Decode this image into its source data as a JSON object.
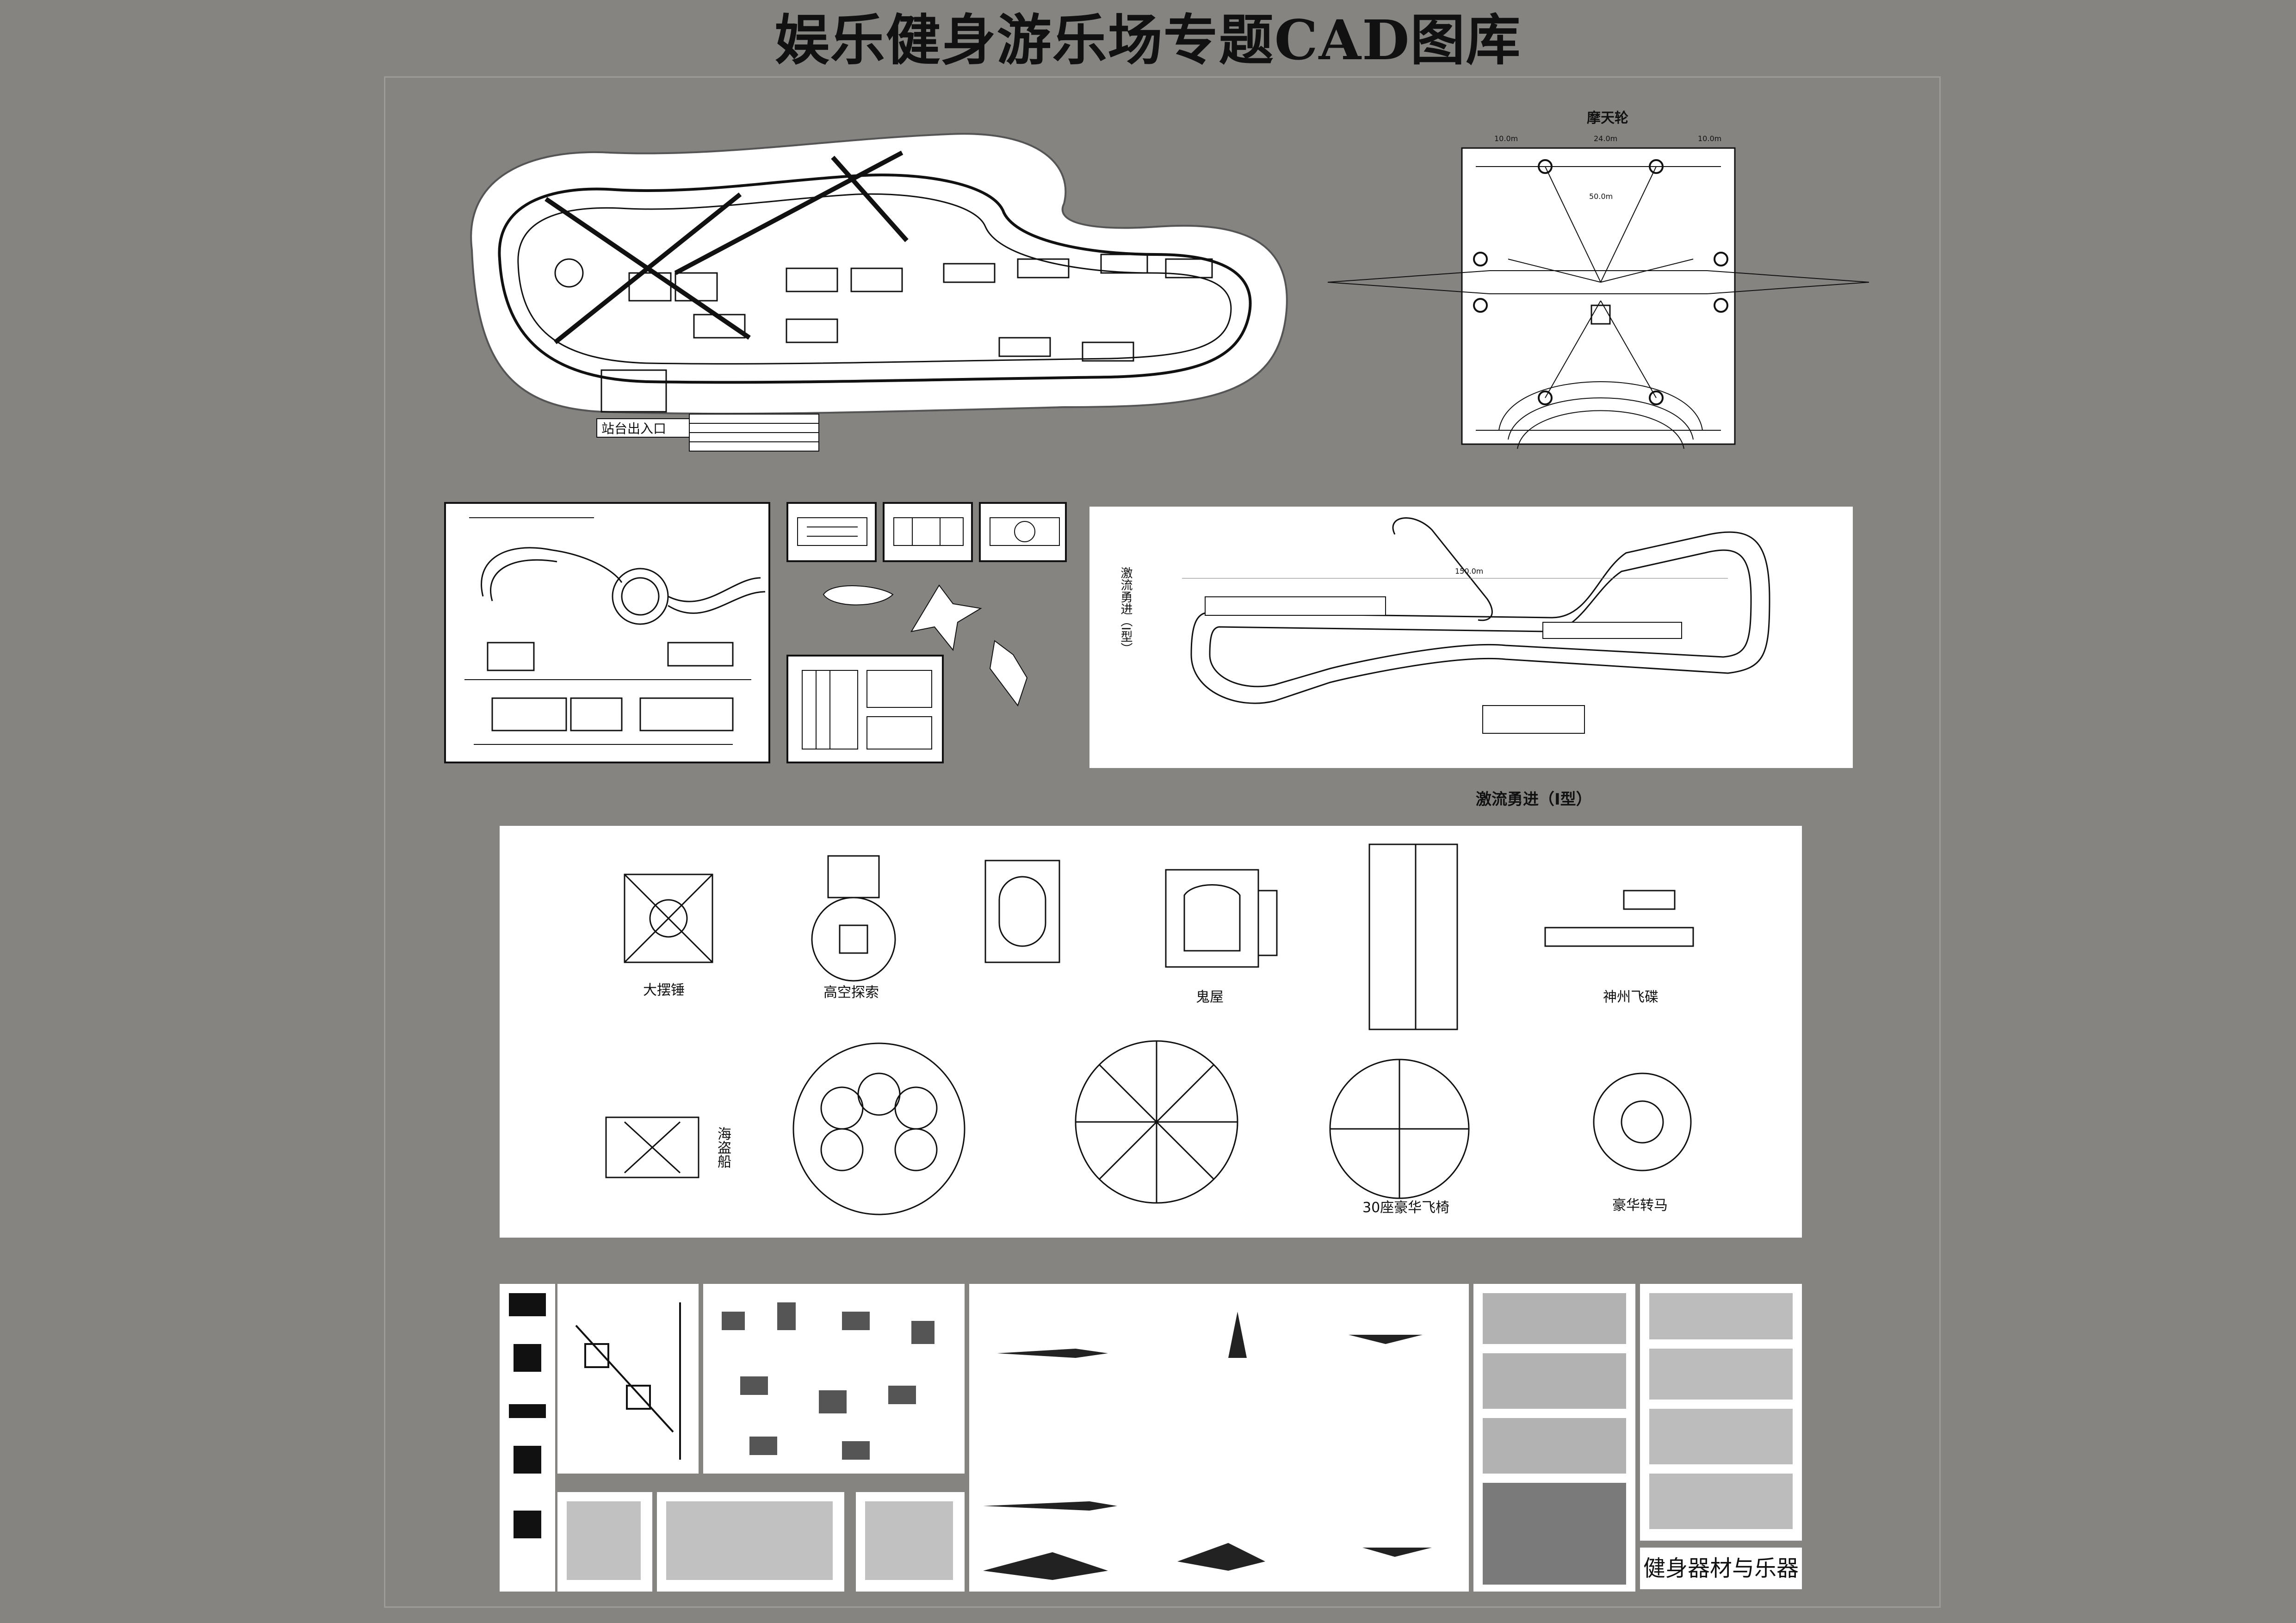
{
  "title": "娱乐健身游乐场专题CAD图库",
  "section1": {
    "station_label": "站台出入口",
    "ferris_label": "摩天轮",
    "ferris_dims": [
      "10.0m",
      "24.0m",
      "10.0m",
      "50.0m"
    ]
  },
  "section2": {
    "rapids_top": "激流勇进（I型）",
    "rapids_bottom": "激流勇进（I型）",
    "rapids_dim": "150.0m"
  },
  "section3": {
    "rides_top": [
      "大摆锤",
      "高空探索",
      "",
      "鬼屋",
      "",
      "神州飞碟"
    ],
    "rides_bottom": [
      "海盗船",
      "",
      "",
      "30座豪华飞椅",
      "豪华转马"
    ]
  },
  "section4": {
    "fitness_label": "健身器材与乐器"
  },
  "colors": {
    "background": "#858481",
    "panel": "#ffffff",
    "line": "#111111"
  }
}
